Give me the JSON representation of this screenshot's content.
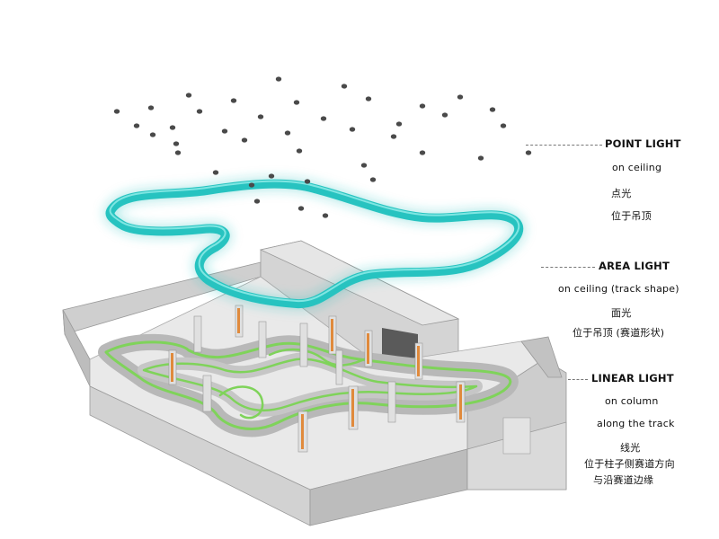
{
  "colors": {
    "teal": "#27c3c0",
    "track_green": "#7fd35a",
    "column_orange": "#e08a3c",
    "building_gray": "#d9d9d9",
    "light_dot": "#4a4a4a"
  },
  "labels": {
    "point": {
      "title": "POINT LIGHT",
      "line1": "on ceiling",
      "cn1": "点光",
      "cn2": "位于吊顶"
    },
    "area": {
      "title": "AREA LIGHT",
      "line1": "on ceiling (track shape)",
      "cn1": "面光",
      "cn2": "位于吊顶 (赛道形状)"
    },
    "linear": {
      "title": "LINEAR LIGHT",
      "line1": "on column",
      "line2": "along the track",
      "cn1": "线光",
      "cn2": "位于柱子侧赛道方向",
      "cn3": "与沿赛道边缘"
    }
  }
}
